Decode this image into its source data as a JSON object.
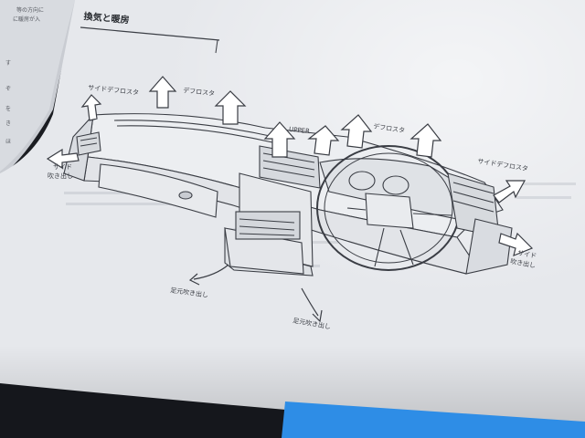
{
  "section_heading": "換気と暖房",
  "labels": {
    "side_defroster_left": "サイドデフロスタ",
    "defroster_left": "デフロスタ",
    "upper": "UPPER",
    "defroster_right": "デフロスタ",
    "side_defroster_right": "サイドデフロスタ",
    "side_vent_left_1": "サイド",
    "side_vent_left_2": "吹き出し",
    "side_vent_right_1": "サイド",
    "side_vent_right_2": "吹き出し",
    "foot_vent_left": "足元吹き出し",
    "foot_vent_center": "足元吹き出し"
  },
  "left_page_text": [
    "等の方向に",
    "に暖房が入",
    "す",
    "ぞ",
    "を",
    "き",
    "ほ"
  ],
  "colors": {
    "page": "#e8eaee",
    "left_page": "#d9dbe0",
    "background": "#1b1d22",
    "accent_bar": "#2e8de6",
    "ink": "#3b3e45"
  }
}
